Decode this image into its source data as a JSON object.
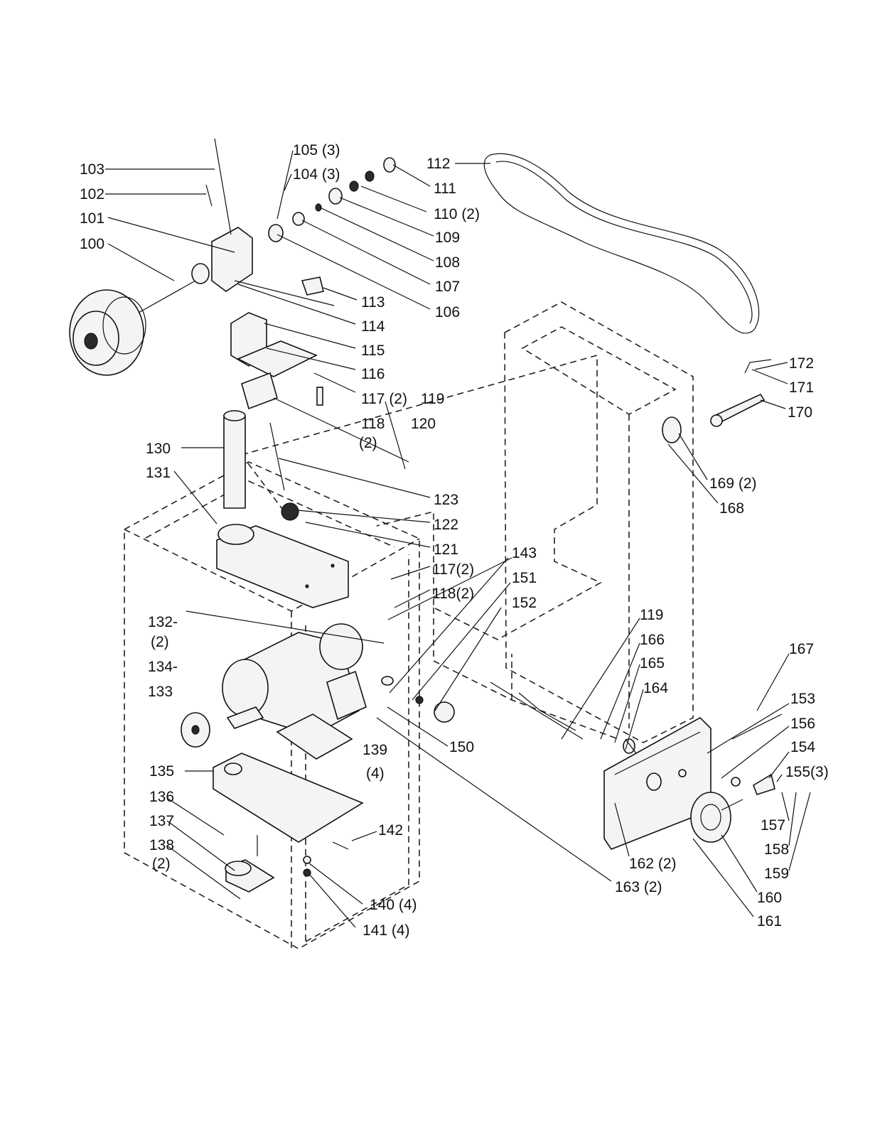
{
  "labels": {
    "p100": "100",
    "p101": "101",
    "p102": "102",
    "p103": "103",
    "p104": "104 (3)",
    "p105": "105 (3)",
    "p106": "106",
    "p107": "107",
    "p108": "108",
    "p109": "109",
    "p110": "110 (2)",
    "p111": "111",
    "p112": "112",
    "p113": "113",
    "p114": "114",
    "p115": "115",
    "p116": "116",
    "p117a": "117 (2)",
    "p118a": "118",
    "p118a_qty": "(2)",
    "p119a": "119",
    "p120": "120",
    "p121": "121",
    "p122": "122",
    "p123": "123",
    "p130": "130",
    "p131": "131",
    "p132": "132-",
    "p132_qty": "(2)",
    "p133": "133",
    "p134": "134-",
    "p135": "135",
    "p136": "136",
    "p137": "137",
    "p138": "138",
    "p138_qty": "(2)",
    "p139": "139",
    "p139_qty": "(4)",
    "p140": "140 (4)",
    "p141": "141 (4)",
    "p142": "142",
    "p143": "143",
    "p117b": "117(2)",
    "p118b": "118(2)",
    "p150": "150",
    "p151": "151",
    "p152": "152",
    "p153": "153",
    "p154": "154",
    "p155": "155(3)",
    "p156": "156",
    "p157": "157",
    "p158": "158",
    "p159": "159",
    "p160": "160",
    "p161": "161",
    "p162": "162 (2)",
    "p163": "163 (2)",
    "p164": "164",
    "p165": "165",
    "p166": "166",
    "p119b": "119",
    "p167": "167",
    "p168": "168",
    "p169": "169 (2)",
    "p170": "170",
    "p171": "171",
    "p172": "172"
  }
}
